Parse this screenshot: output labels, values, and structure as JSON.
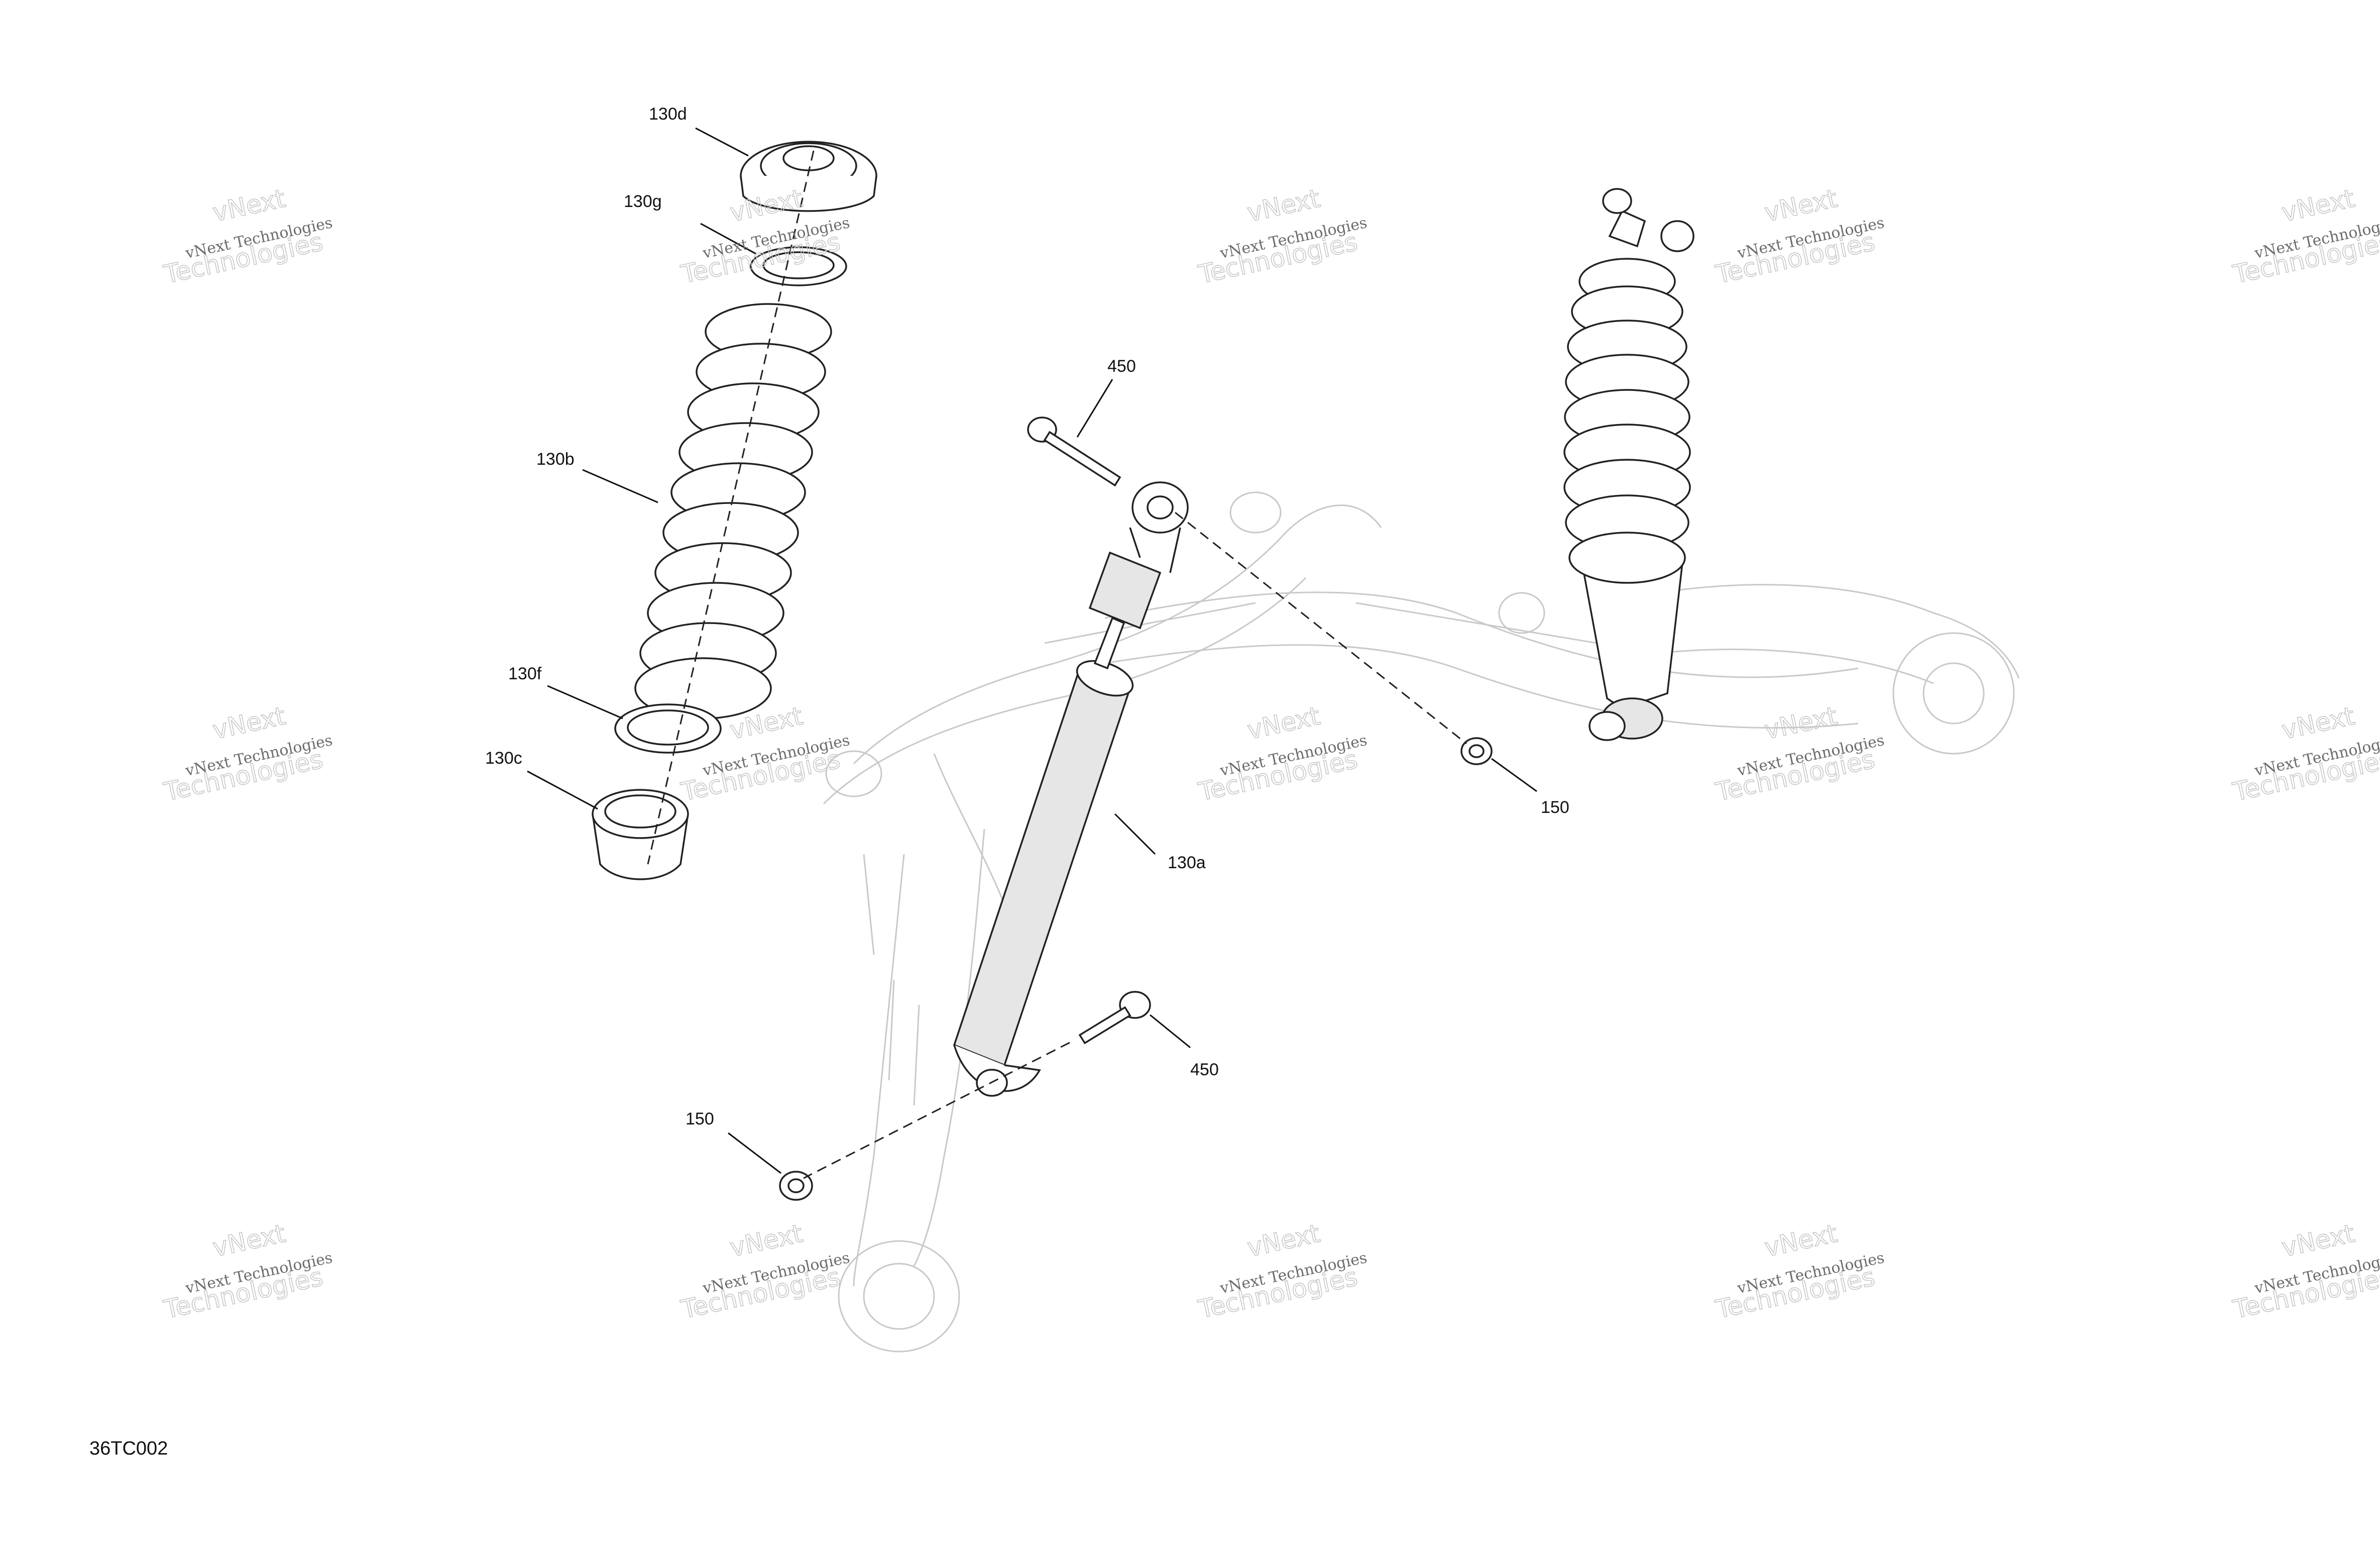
{
  "figure_code": "36TC002",
  "watermark": {
    "line1": "vNext Technologies",
    "line2": "vNext",
    "line3": "Technologies"
  },
  "callouts": [
    {
      "id": "130d",
      "label": "130d"
    },
    {
      "id": "130g",
      "label": "130g"
    },
    {
      "id": "130b",
      "label": "130b"
    },
    {
      "id": "130f",
      "label": "130f"
    },
    {
      "id": "130c",
      "label": "130c"
    },
    {
      "id": "450-top",
      "label": "450"
    },
    {
      "id": "150-right",
      "label": "150"
    },
    {
      "id": "130a",
      "label": "130a"
    },
    {
      "id": "450-bottom",
      "label": "450"
    },
    {
      "id": "150-left",
      "label": "150"
    }
  ],
  "colors": {
    "line": "#222222",
    "ghost_frame": "#c9c9c9",
    "shock_fill": "#e6e6e6"
  }
}
